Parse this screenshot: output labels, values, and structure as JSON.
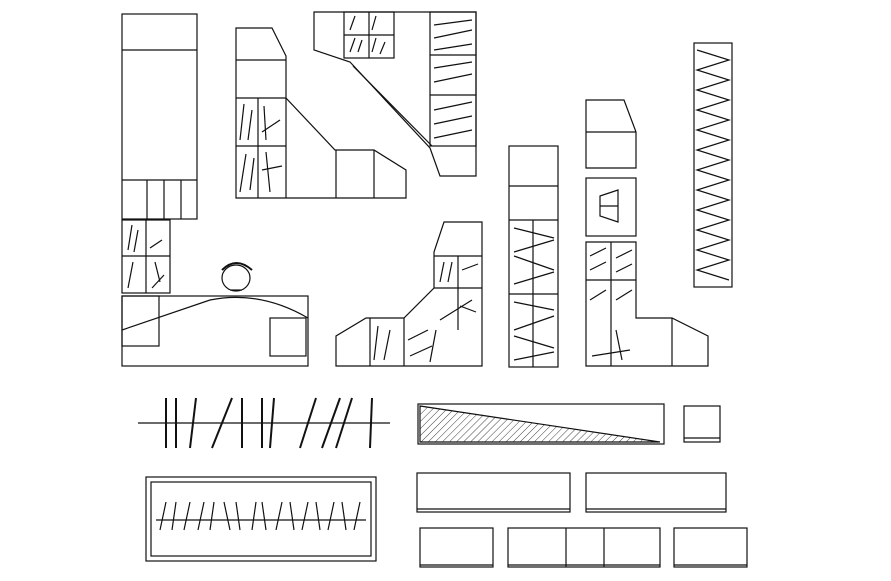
{
  "drawing": {
    "background": "#ffffff",
    "line_color": "#111111",
    "blocks": [
      "wardrobe-with-bed",
      "office-desk-with-chair",
      "l-shaped-closet-top-left",
      "corner-closet-top-center",
      "l-shaped-closet-bottom-center",
      "tall-cabinet-center",
      "l-shaped-closet-right",
      "tall-shelf-far-right",
      "shelf-elevation-row",
      "wedge-counter",
      "small-stool",
      "framed-shelf",
      "drawer-units"
    ]
  }
}
